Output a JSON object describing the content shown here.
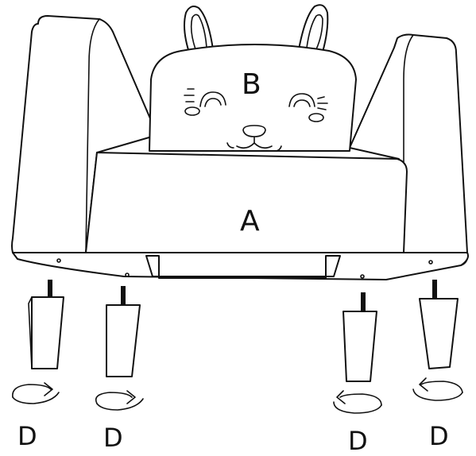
{
  "labels": {
    "seat": "A",
    "backrest": "B",
    "leg_1": "D",
    "leg_2": "D",
    "leg_3": "D",
    "leg_4": "D"
  },
  "colors": {
    "line": "#111111",
    "fill": "#ffffff"
  }
}
